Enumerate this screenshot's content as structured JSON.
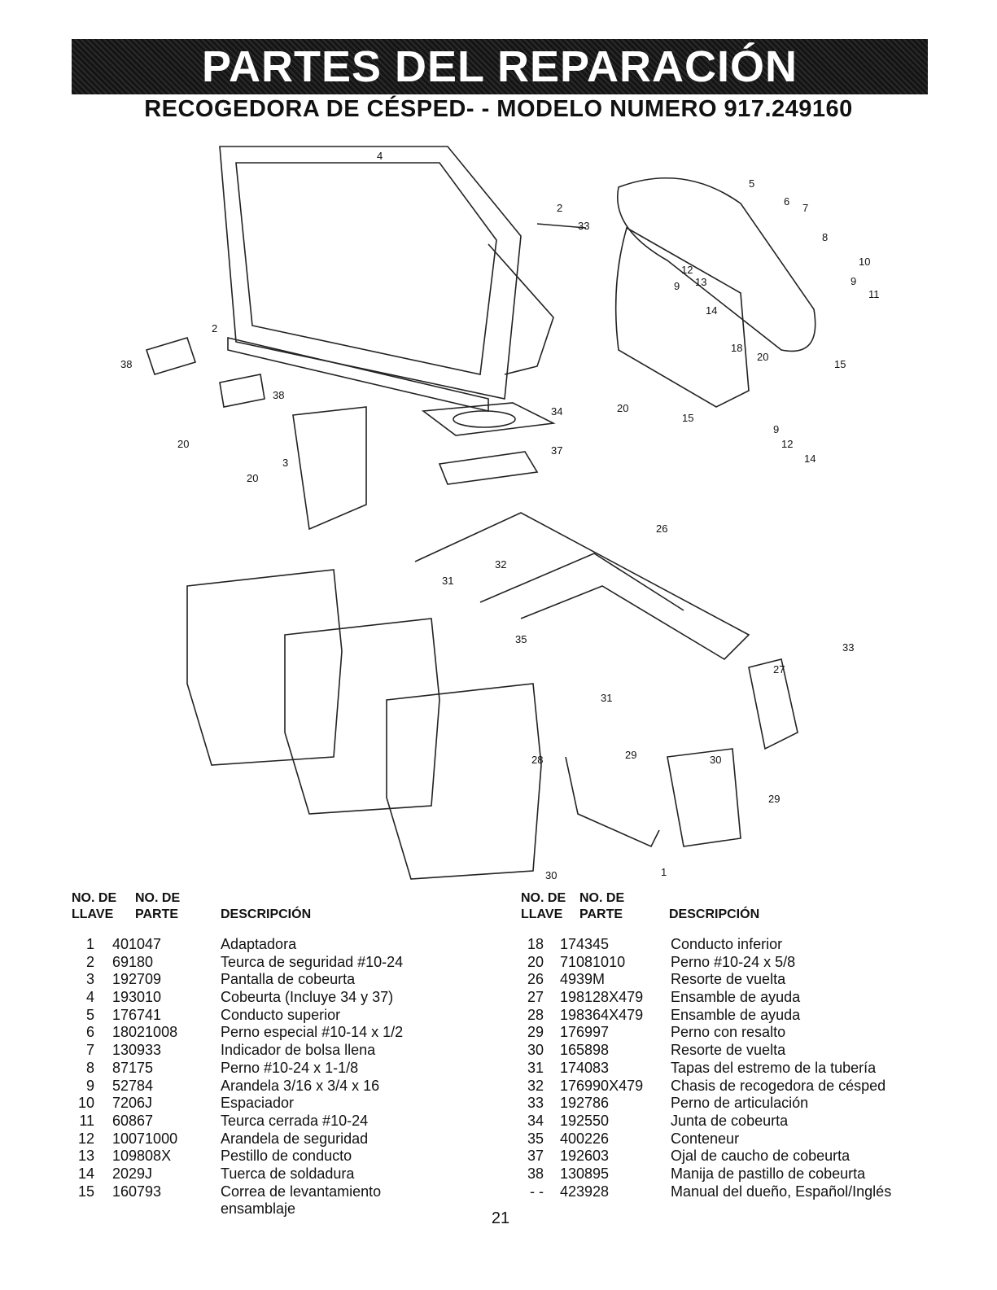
{
  "header": {
    "banner": "PARTES DEL REPARACIÓN",
    "subtitle": "RECOGEDORA DE CÉSPED- - MODELO NUMERO  917.249160"
  },
  "diagram": {
    "callouts": [
      "4",
      "2",
      "2",
      "38",
      "38",
      "20",
      "20",
      "3",
      "5",
      "6",
      "7",
      "8",
      "10",
      "9",
      "11",
      "12",
      "9",
      "13",
      "14",
      "18",
      "20",
      "15",
      "20",
      "15",
      "9",
      "12",
      "14",
      "34",
      "37",
      "33",
      "26",
      "32",
      "31",
      "35",
      "33",
      "27",
      "31",
      "28",
      "29",
      "30",
      "29",
      "30",
      "1"
    ]
  },
  "table_left": {
    "headers": {
      "key": "NO. DE\nLLAVE",
      "part": "NO. DE\nPARTE",
      "desc": "DESCRIPCIÓN"
    },
    "rows": [
      {
        "key": "1",
        "part": "401047",
        "desc": "Adaptadora"
      },
      {
        "key": "2",
        "part": "69180",
        "desc": "Teurca de seguridad #10-24"
      },
      {
        "key": "3",
        "part": "192709",
        "desc": "Pantalla de cobeurta"
      },
      {
        "key": "4",
        "part": "193010",
        "desc": "Cobeurta (Incluye 34 y 37)"
      },
      {
        "key": "5",
        "part": "176741",
        "desc": "Conducto superior"
      },
      {
        "key": "6",
        "part": "18021008",
        "desc": "Perno especial  #10-14 x 1/2"
      },
      {
        "key": "7",
        "part": "130933",
        "desc": "Indicador de bolsa llena"
      },
      {
        "key": "8",
        "part": "87175",
        "desc": "Perno  #10-24 x 1-1/8"
      },
      {
        "key": "9",
        "part": "52784",
        "desc": "Arandela  3/16 x 3/4 x 16"
      },
      {
        "key": "10",
        "part": "7206J",
        "desc": "Espaciador"
      },
      {
        "key": "11",
        "part": "60867",
        "desc": "Teurca cerrada  #10-24"
      },
      {
        "key": "12",
        "part": "10071000",
        "desc": "Arandela de seguridad"
      },
      {
        "key": "13",
        "part": "109808X",
        "desc": "Pestillo de conducto"
      },
      {
        "key": "14",
        "part": "2029J",
        "desc": "Tuerca de soldadura"
      },
      {
        "key": "15",
        "part": "160793",
        "desc": "Correa de levantamiento"
      },
      {
        "key": "",
        "part": "",
        "desc": "ensamblaje"
      }
    ]
  },
  "table_right": {
    "headers": {
      "key": "NO. DE\nLLAVE",
      "part": "NO. DE\nPARTE",
      "desc": "DESCRIPCIÓN"
    },
    "rows": [
      {
        "key": "18",
        "part": "174345",
        "desc": "Conducto inferior"
      },
      {
        "key": "20",
        "part": "71081010",
        "desc": "Perno #10-24 x 5/8"
      },
      {
        "key": "26",
        "part": "4939M",
        "desc": "Resorte de vuelta"
      },
      {
        "key": "27",
        "part": "198128X479",
        "desc": "Ensamble de ayuda"
      },
      {
        "key": "28",
        "part": "198364X479",
        "desc": "Ensamble de ayuda"
      },
      {
        "key": "29",
        "part": "176997",
        "desc": "Perno con resalto"
      },
      {
        "key": "30",
        "part": "165898",
        "desc": "Resorte de vuelta"
      },
      {
        "key": "31",
        "part": "174083",
        "desc": "Tapas del estremo de la tubería"
      },
      {
        "key": "32",
        "part": "176990X479",
        "desc": "Chasis de recogedora de césped"
      },
      {
        "key": "33",
        "part": "192786",
        "desc": "Perno de articulación"
      },
      {
        "key": "34",
        "part": "192550",
        "desc": "Junta de cobeurta"
      },
      {
        "key": "35",
        "part": "400226",
        "desc": "Conteneur"
      },
      {
        "key": "37",
        "part": "192603",
        "desc": "Ojal de caucho de cobeurta"
      },
      {
        "key": "38",
        "part": "130895",
        "desc": "Manija de pastillo de cobeurta"
      },
      {
        "key": "- -",
        "part": "423928",
        "desc": "Manual del dueño, Español/Inglés"
      }
    ]
  },
  "footer": {
    "page_number": "21"
  }
}
